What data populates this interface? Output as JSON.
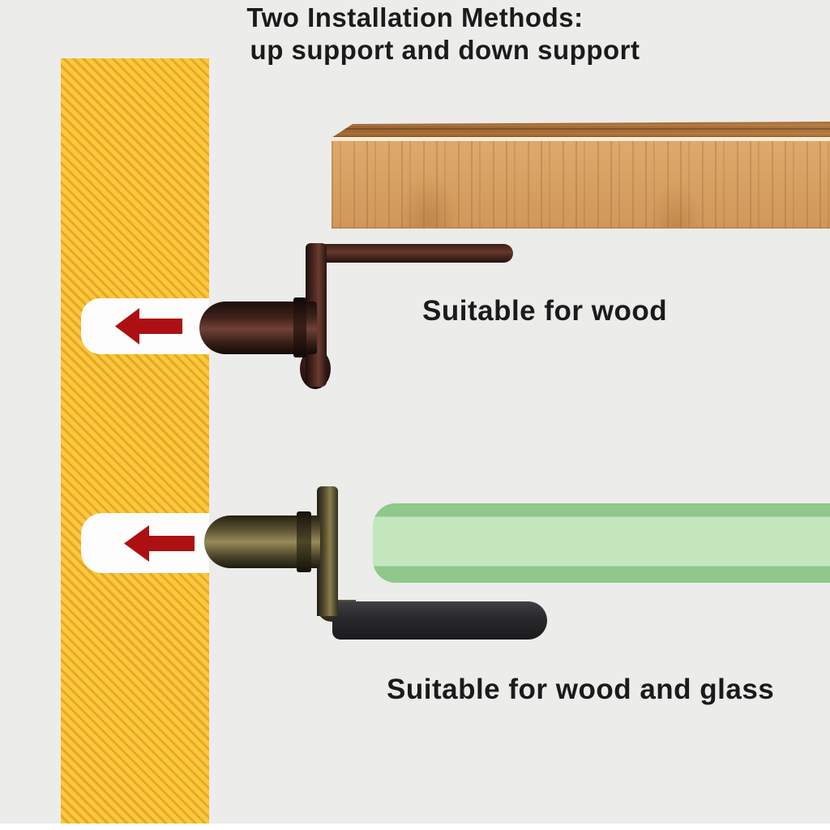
{
  "title": {
    "line1": "Two Installation Methods:",
    "line2": "up support and down support"
  },
  "sections": {
    "top_method": {
      "label": "Suitable for wood"
    },
    "bottom_method": {
      "label": "Suitable for wood and glass"
    }
  },
  "icons": {
    "direction_arrow": "left-arrow-icon"
  },
  "colors": {
    "background": "#ececea",
    "panel_yellow": "#fbc838",
    "panel_stripe": "#e5a72e",
    "arrow_red": "#ad1013",
    "wood_front": "#d7a164",
    "wood_top": "#a96f3a",
    "wood_edge_cream": "#f4ebd2",
    "glass_green_light": "#c3e6bd",
    "glass_green_dark": "#8fc88a",
    "peg_top_bronze": "#5f352a",
    "peg_bottom_brass": "#6b613a",
    "rubber_black": "#242427",
    "text": "#1b1b1b"
  }
}
